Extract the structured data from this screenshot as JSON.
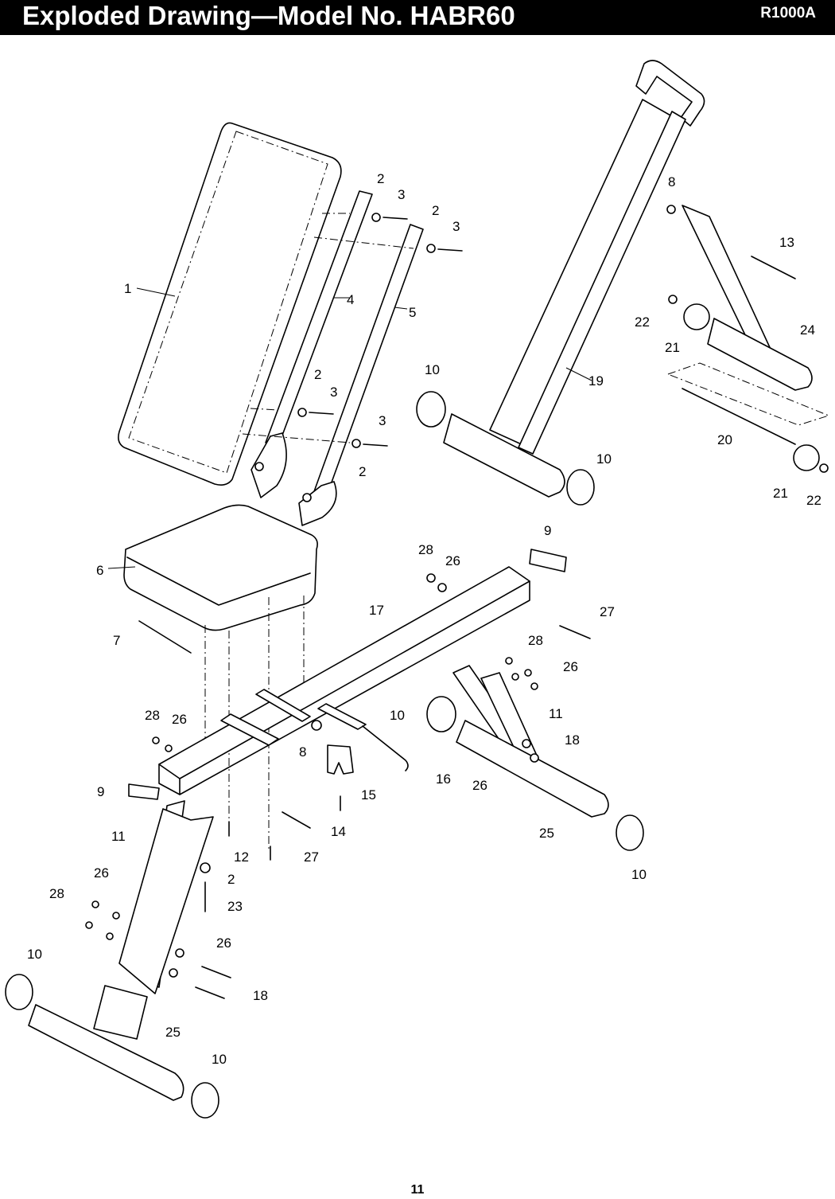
{
  "header": {
    "title": "Exploded Drawing—Model No. HABR60",
    "code": "R1000A"
  },
  "page_number": "11",
  "callouts": {
    "c1": "1",
    "c2a": "2",
    "c3a": "3",
    "c2b": "2",
    "c3b": "3",
    "c4": "4",
    "c5": "5",
    "c2c": "2",
    "c3c": "3",
    "c3d": "3",
    "c2d": "2",
    "c8a": "8",
    "c13": "13",
    "c22a": "22",
    "c21a": "21",
    "c24": "24",
    "c10a": "10",
    "c19": "19",
    "c10b": "10",
    "c20": "20",
    "c21b": "21",
    "c22b": "22",
    "c9a": "9",
    "c28a": "28",
    "c26a": "26",
    "c6": "6",
    "c17": "17",
    "c27a": "27",
    "c7": "7",
    "c28b": "28",
    "c26b": "26",
    "c28c": "28",
    "c26c": "26",
    "c10c": "10",
    "c11a": "11",
    "c18a": "18",
    "c8b": "8",
    "c9b": "9",
    "c16": "16",
    "c26d": "26",
    "c15": "15",
    "c11b": "11",
    "c14": "14",
    "c27b": "27",
    "c25a": "25",
    "c12": "12",
    "c26e": "26",
    "c2e": "2",
    "c10d": "10",
    "c28d": "28",
    "c23": "23",
    "c10e": "10",
    "c26f": "26",
    "c18b": "18",
    "c25b": "25",
    "c10f": "10"
  }
}
